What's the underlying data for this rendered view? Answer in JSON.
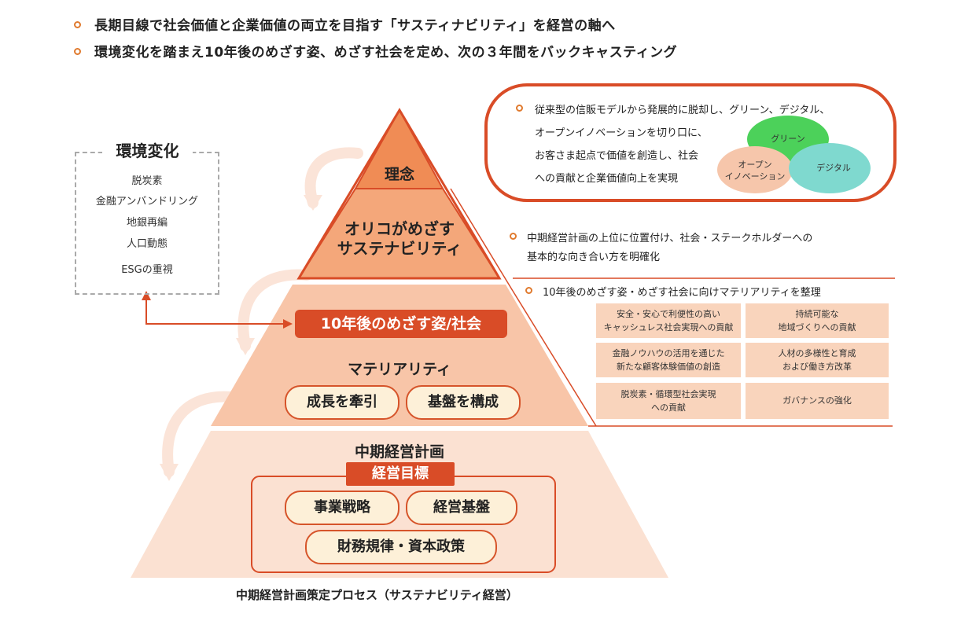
{
  "top_bullets": [
    "長期目線で社会価値と企業価値の両立を目指す「サスティナビリティ」を経営の軸へ",
    "環境変化を踏まえ10年後のめざす姿、めざす社会を定め、次の３年間をバックキャスティング"
  ],
  "environment": {
    "title": "環境変化",
    "items": [
      "脱炭素",
      "金融アンバンドリング",
      "地銀再編",
      "人口動態",
      "ESGの重視"
    ]
  },
  "pyramid": {
    "tier1": "理念",
    "tier2_line1": "オリコがめざす",
    "tier2_line2": "サステナビリティ",
    "tier3_bar": "10年後のめざす姿/社会",
    "tier3_title": "マテリアリティ",
    "tier3_pills": [
      "成長を牽引",
      "基盤を構成"
    ],
    "tier4_title": "中期経営計画",
    "tier4_bar": "経営目標",
    "tier4_pills": [
      "事業戦略",
      "経営基盤",
      "財務規律・資本政策"
    ]
  },
  "bubble": {
    "lines": [
      "従来型の信販モデルから発展的に脱却し、グリーン、デジタル、",
      "オープンイノベーションを切り口に、",
      "お客さま起点で価値を創造し、社会",
      "への貢献と企業価値向上を実現"
    ],
    "venn": {
      "green_label": "グリーン",
      "open_label_1": "オープン",
      "open_label_2": "イノベーション",
      "digital_label": "デジタル",
      "colors": {
        "green": "#4cd15a",
        "open": "#f6c6ab",
        "digital": "#7fd9cf"
      }
    }
  },
  "right_notes": {
    "note1_line1": "中期経営計画の上位に位置付け、社会・ステークホルダーへの",
    "note1_line2": "基本的な向き合い方を明確化",
    "note2": "10年後のめざす姿・めざす社会に向けマテリアリティを整理"
  },
  "materiality_boxes": [
    {
      "line1": "安全・安心で利便性の高い",
      "line2": "キャッシュレス社会実現への貢献"
    },
    {
      "line1": "持続可能な",
      "line2": "地域づくりへの貢献"
    },
    {
      "line1": "金融ノウハウの活用を通じた",
      "line2": "新たな顧客体験価値の創造"
    },
    {
      "line1": "人材の多様性と育成",
      "line2": "および働き方改革"
    },
    {
      "line1": "脱炭素・循環型社会実現",
      "line2": "への貢献"
    },
    {
      "line1": "ガバナンスの強化",
      "line2": ""
    }
  ],
  "caption": "中期経営計画策定プロセス（サステナビリティ経営）",
  "colors": {
    "accent": "#d94c27",
    "tier1": "#f08c55",
    "tier2": "#f4a77a",
    "tier3": "#f8c5a8",
    "tier4": "#fbe1d2",
    "bullet": "#e07a2e"
  }
}
